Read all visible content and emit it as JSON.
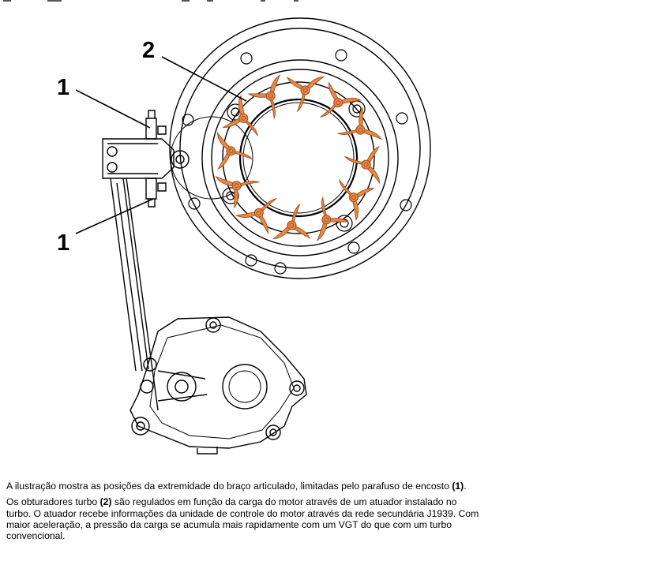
{
  "figure": {
    "callouts": [
      {
        "id": "c2",
        "label": "2"
      },
      {
        "id": "c1a",
        "label": "1"
      },
      {
        "id": "c1b",
        "label": "1"
      }
    ],
    "colors": {
      "line": "#000000",
      "vane_fill": "#e8894a",
      "vane_stroke": "#a8541f",
      "background": "#ffffff"
    }
  },
  "caption": {
    "p1_text": "A ilustração mostra as posições da extremidade do braço articulado, limitadas pelo parafuso de encosto ",
    "p1_bold": "(1)",
    "p1_end": ".",
    "p2_start": "Os obturadores turbo ",
    "p2_bold": "(2)",
    "p2_text": " são regulados em função da carga do motor através de um atuador instalado no turbo. O atuador recebe informações da unidade de controle do motor através da rede secundária J1939. Com maior aceleração, a pressão da carga se acumula mais rapidamente com um VGT do que com um turbo convencional."
  }
}
